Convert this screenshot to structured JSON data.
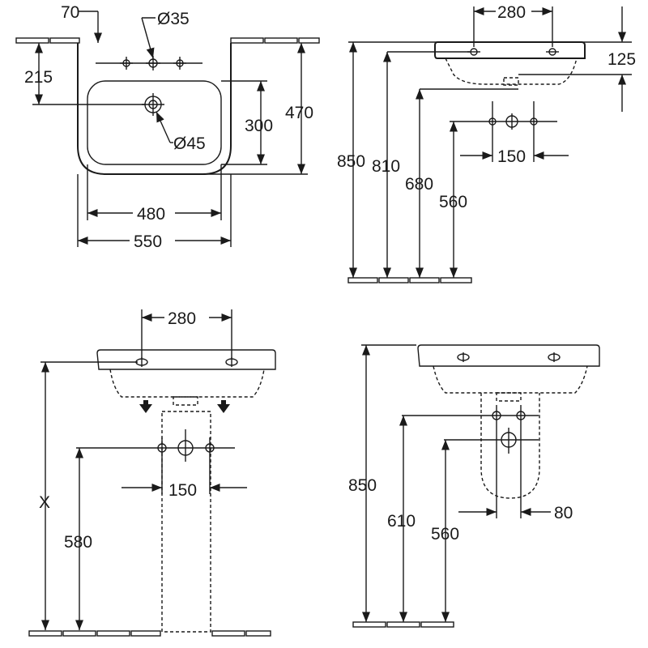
{
  "top_left_plan": {
    "d_70": "70",
    "d_tap_hole": "Ø35",
    "d_215": "215",
    "d_300": "300",
    "d_470": "470",
    "d_waste_hole": "Ø45",
    "d_480": "480",
    "d_550": "550"
  },
  "top_right_side": {
    "d_280": "280",
    "d_125": "125",
    "d_850": "850",
    "d_810": "810",
    "d_680": "680",
    "d_560": "560",
    "d_150": "150"
  },
  "bottom_left_pedestal": {
    "d_280": "280",
    "d_x": "X",
    "d_580": "580",
    "d_150": "150"
  },
  "bottom_right_semi_pedestal": {
    "d_850": "850",
    "d_610": "610",
    "d_560": "560",
    "d_80": "80"
  }
}
